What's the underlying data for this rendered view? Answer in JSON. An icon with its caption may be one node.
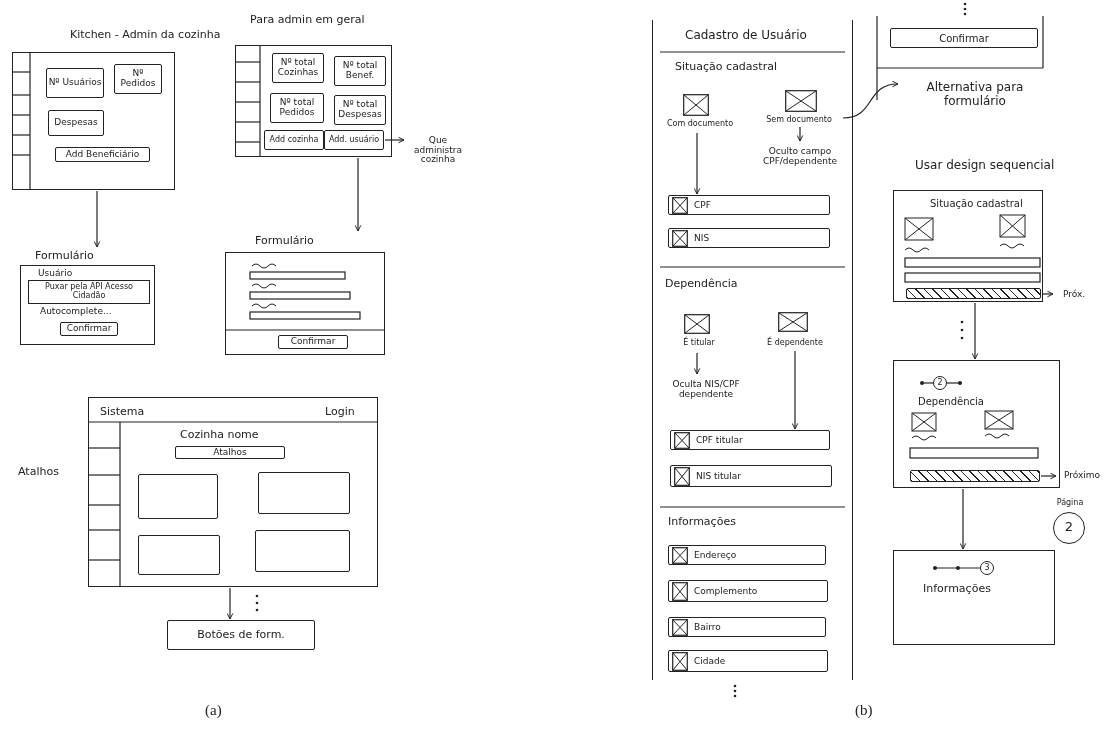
{
  "diagram": {
    "nodes": [
      {
        "text": [
          "Kitchen - Admin da cozinha"
        ]
      },
      {
        "text": [
          "Nº Usuários"
        ],
        "in": 0
      },
      {
        "text": [
          "Nº Pedidos"
        ],
        "in": 0
      },
      {
        "text": [
          "Despesas"
        ],
        "in": 0
      },
      {
        "text": [
          "Add Beneficiário"
        ],
        "in": 0
      },
      {
        "text": [
          "Para admin em geral"
        ]
      },
      {
        "text": [
          "Nº total Cozinhas"
        ],
        "in": 5
      },
      {
        "text": [
          "Nº total Benef."
        ],
        "in": 5
      },
      {
        "text": [
          "Nº total Pedidos"
        ],
        "in": 5
      },
      {
        "text": [
          "Nº total Despesas"
        ],
        "in": 5
      },
      {
        "text": [
          "Add cozinha"
        ],
        "in": 5
      },
      {
        "text": [
          "Add. usuário"
        ],
        "in": 5
      },
      {
        "text": [
          "Que administra cozinha"
        ]
      },
      {
        "text": [
          "Formulário",
          "Autocomplete..."
        ]
      },
      {
        "text": [
          "Usuário",
          "Puxar pela API Acesso Cidadão"
        ],
        "in": 13
      },
      {
        "text": [
          "Confirmar"
        ],
        "in": 13
      },
      {
        "text": [
          "Formulário"
        ]
      },
      {
        "text": [
          "Confirmar"
        ],
        "in": 16
      },
      {
        "text": [
          "Sistema",
          "Login",
          "Cozinha nome"
        ],
        "beside": [
          "Atalhos"
        ]
      },
      {
        "text": [
          "Atalhos"
        ],
        "in": 18
      },
      {
        "text": [
          "Botões de form."
        ]
      },
      {
        "text": [
          "Cadastro de Usuário",
          "Situação cadastral",
          "Dependência",
          "Informações"
        ]
      },
      {
        "text": [
          "Com documento"
        ],
        "in": 21
      },
      {
        "text": [
          "Sem documento"
        ],
        "in": 21
      },
      {
        "text": [
          "Oculto campo CPF/dependente"
        ],
        "in": 21
      },
      {
        "text": [
          "CPF"
        ],
        "in": 21
      },
      {
        "text": [
          "NIS"
        ],
        "in": 21
      },
      {
        "text": [
          "É titular"
        ],
        "in": 21
      },
      {
        "text": [
          "É dependente"
        ],
        "in": 21
      },
      {
        "text": [
          "Oculta NIS/CPF dependente"
        ],
        "in": 21
      },
      {
        "text": [
          "CPF titular"
        ],
        "in": 21
      },
      {
        "text": [
          "NIS titular"
        ],
        "in": 21
      },
      {
        "text": [
          "Endereço"
        ],
        "in": 21
      },
      {
        "text": [
          "Complemento"
        ],
        "in": 21
      },
      {
        "text": [
          "Bairro"
        ],
        "in": 21
      },
      {
        "text": [
          "Cidade"
        ],
        "in": 21
      },
      {
        "text": [
          "Confirmar"
        ]
      },
      {
        "text": [
          "Alternativa para formulário",
          "Usar design sequencial"
        ]
      },
      {
        "text": [
          "Situação cadastral"
        ]
      },
      {
        "text": [],
        "shape": "bar",
        "in": 38
      },
      {
        "text": [
          "Próx."
        ]
      },
      {
        "text": [
          "Dependência"
        ]
      },
      {
        "text": [
          "2"
        ],
        "in": 41
      },
      {
        "text": [],
        "shape": "bar",
        "in": 41
      },
      {
        "text": [
          "Próximo"
        ]
      },
      {
        "text": [
          "Página",
          "2"
        ]
      },
      {
        "text": [
          "Informações"
        ]
      },
      {
        "text": [
          "3"
        ],
        "in": 46
      },
      {
        "text": [],
        "shape": "box",
        "in": 18
      },
      {
        "text": [],
        "shape": "box",
        "in": 18
      },
      {
        "text": [],
        "shape": "box",
        "in": 18
      },
      {
        "text": [],
        "shape": "box",
        "in": 18
      }
    ],
    "edges": [
      {
        "from": 0,
        "to": 13,
        "arrow": "to"
      },
      {
        "from": 5,
        "to": 16,
        "arrow": "to"
      },
      {
        "from": 11,
        "to": 12,
        "arrow": "to"
      },
      {
        "from": 18,
        "to": 20,
        "arrow": "to"
      },
      {
        "from": 22,
        "to": 25,
        "arrow": "to"
      },
      {
        "from": 23,
        "to": 24,
        "arrow": "to"
      },
      {
        "from": 23,
        "to": 37,
        "arrow": "to"
      },
      {
        "from": 27,
        "to": 29,
        "arrow": "to"
      },
      {
        "from": 28,
        "to": 30,
        "arrow": "to"
      },
      {
        "from": 39,
        "to": 40,
        "arrow": "to"
      },
      {
        "from": 38,
        "to": 41,
        "arrow": "to"
      },
      {
        "from": 43,
        "to": 44,
        "arrow": "to"
      },
      {
        "from": 41,
        "to": 46,
        "arrow": "to"
      }
    ],
    "labels": [
      "(a)",
      "(b)"
    ]
  }
}
